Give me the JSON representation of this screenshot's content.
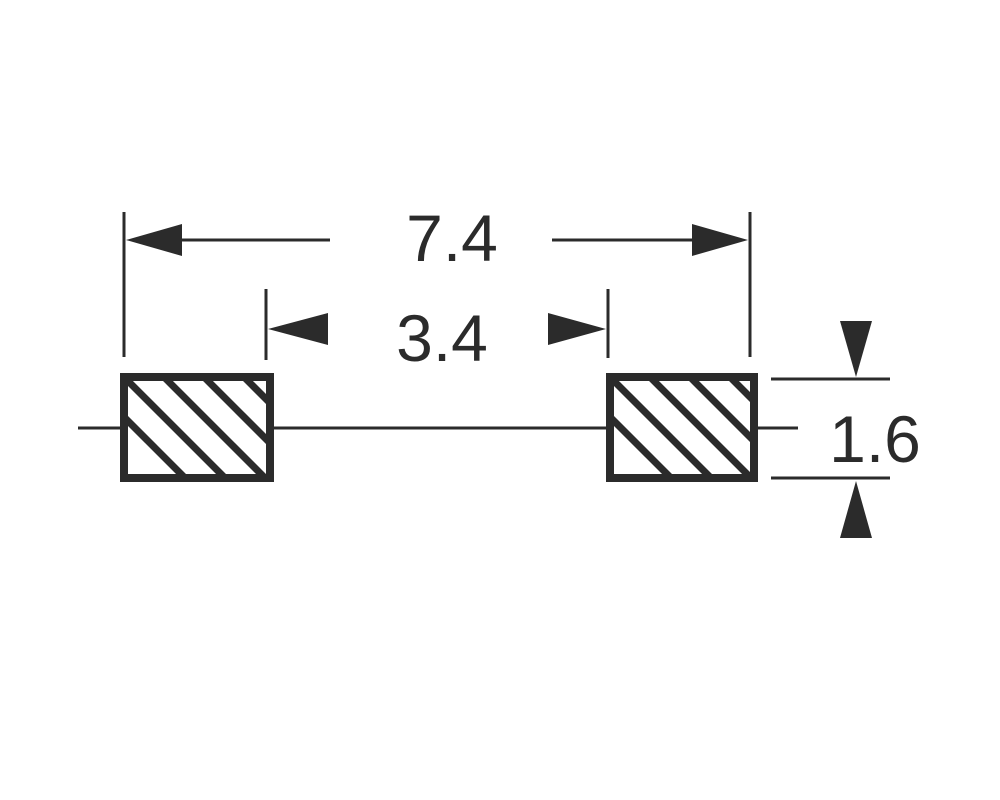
{
  "diagram": {
    "dimensions": {
      "overall_width": "7.4",
      "inner_gap": "3.4",
      "pad_height": "1.6"
    },
    "colors": {
      "stroke": "#2b2b2b",
      "background": "#ffffff"
    }
  }
}
